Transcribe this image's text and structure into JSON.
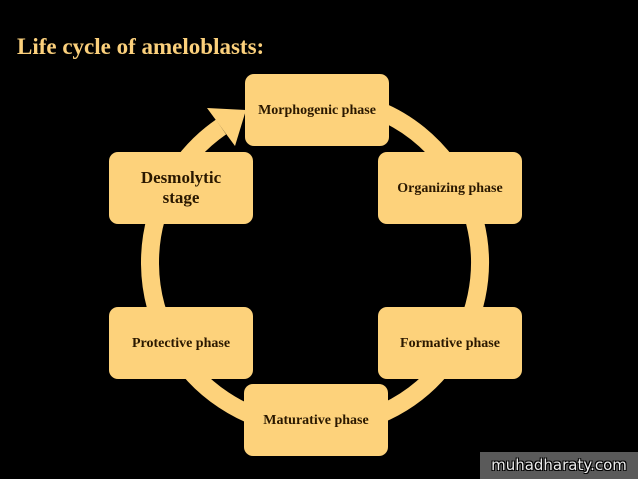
{
  "title": "Life cycle of ameloblasts:",
  "colors": {
    "box": "#fdd27b",
    "ring": "#fdd27b",
    "title": "#fbd07c",
    "text": "#2a1800"
  },
  "stages": {
    "morphogenic": "Morphogenic phase",
    "organizing": "Organizing phase",
    "formative": "Formative phase",
    "maturative": "Maturative phase",
    "protective": "Protective phase",
    "desmolytic": "Desmolytic stage"
  },
  "watermark": "muhadharaty.com"
}
